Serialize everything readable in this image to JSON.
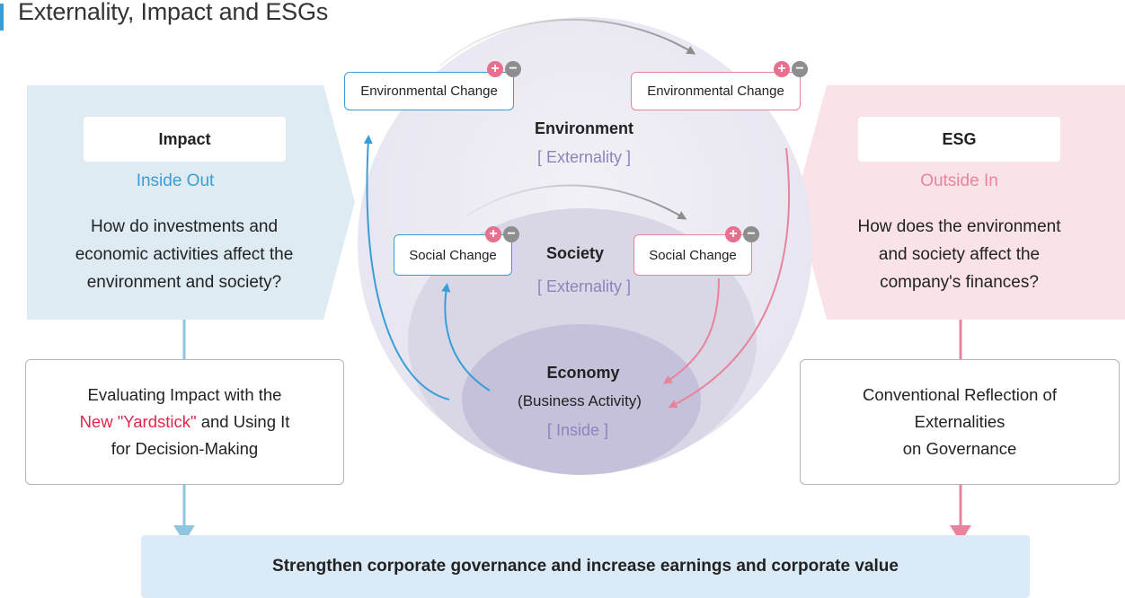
{
  "page_title": "Externality, Impact and ESGs",
  "impact_panel": {
    "label": "Impact",
    "subtitle": "Inside Out",
    "question": [
      "How do investments and",
      "economic activities affect the",
      "environment and  society?"
    ]
  },
  "esg_panel": {
    "label": "ESG",
    "subtitle": "Outside In",
    "question": [
      "How does the environment",
      "and society affect the",
      "company's finances?"
    ]
  },
  "environment": {
    "heading": "Environment",
    "sub": "[ Externality ]",
    "change_left": "Environmental Change",
    "change_right": "Environmental Change"
  },
  "society": {
    "heading": "Society",
    "sub": "[ Externality ]",
    "change_left": "Social Change",
    "change_right": "Social Change"
  },
  "economy": {
    "heading": "Economy",
    "sub1": "(Business Activity)",
    "sub2": "[ Inside ]"
  },
  "plus_symbol": "+",
  "minus_symbol": "−",
  "evaluate_box": {
    "line1": "Evaluating Impact with the",
    "highlight": "New \"Yardstick\"",
    "line2_rest": " and Using It",
    "line3": "for Decision-Making"
  },
  "governance_box": {
    "lines": [
      "Conventional Reflection of",
      "Externalities",
      "on Governance"
    ]
  },
  "bottom_banner": "Strengthen corporate governance and increase earnings and corporate value",
  "colors": {
    "accent_blue": "#3a9ed6",
    "accent_pink": "#e7849c",
    "highlight_red": "#e0264a",
    "impact_panel_bg": "#deebf3",
    "esg_panel_bg": "#fae3e8",
    "bracket_purple": "#8a85bd"
  }
}
